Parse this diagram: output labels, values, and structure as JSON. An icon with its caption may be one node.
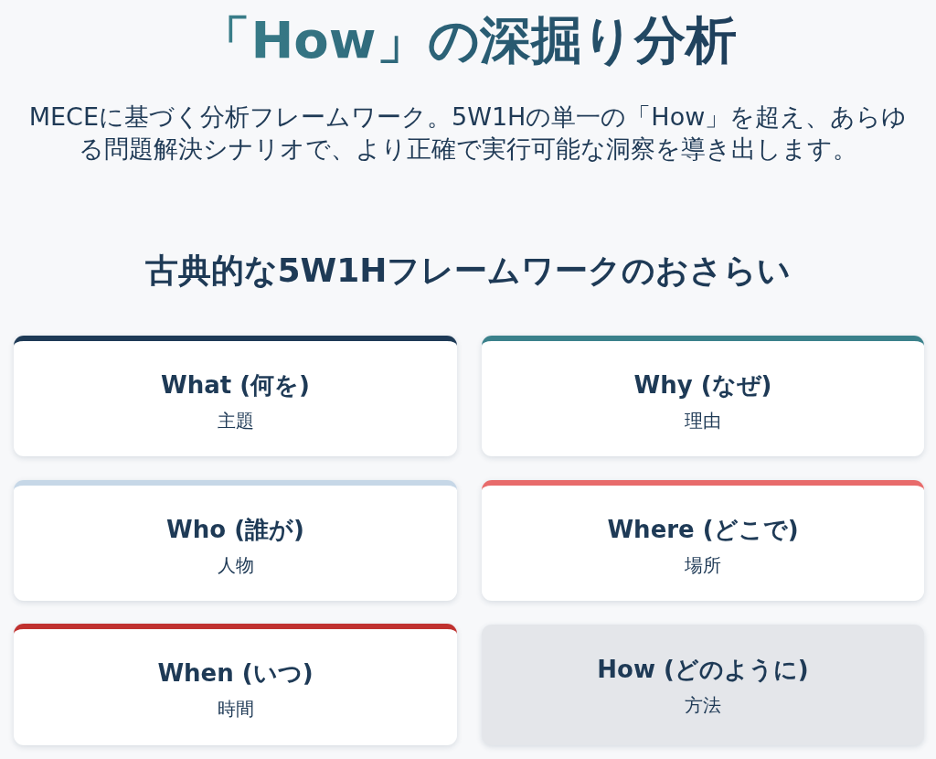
{
  "diagram": {
    "title": "「How」の深掘り分析",
    "nodes": [
      {
        "text": [
          "What (何を)",
          "主題"
        ]
      },
      {
        "text": [
          "Why (なぜ)",
          "理由"
        ]
      },
      {
        "text": [
          "Who (誰が)",
          "人物"
        ]
      },
      {
        "text": [
          "Where (どこで)",
          "場所"
        ]
      },
      {
        "text": [
          "When (いつ)",
          "時間"
        ]
      },
      {
        "text": [
          "How (どのように)",
          "方法"
        ]
      }
    ],
    "labels": [
      "MECEに基づく分析フレームワーク。5W1Hの単一の「How」を超え、あらゆる問題解決シナリオで、より正確で実行可能な洞察を導き出します。",
      "古典的な5W1Hフレームワークのおさらい"
    ]
  }
}
